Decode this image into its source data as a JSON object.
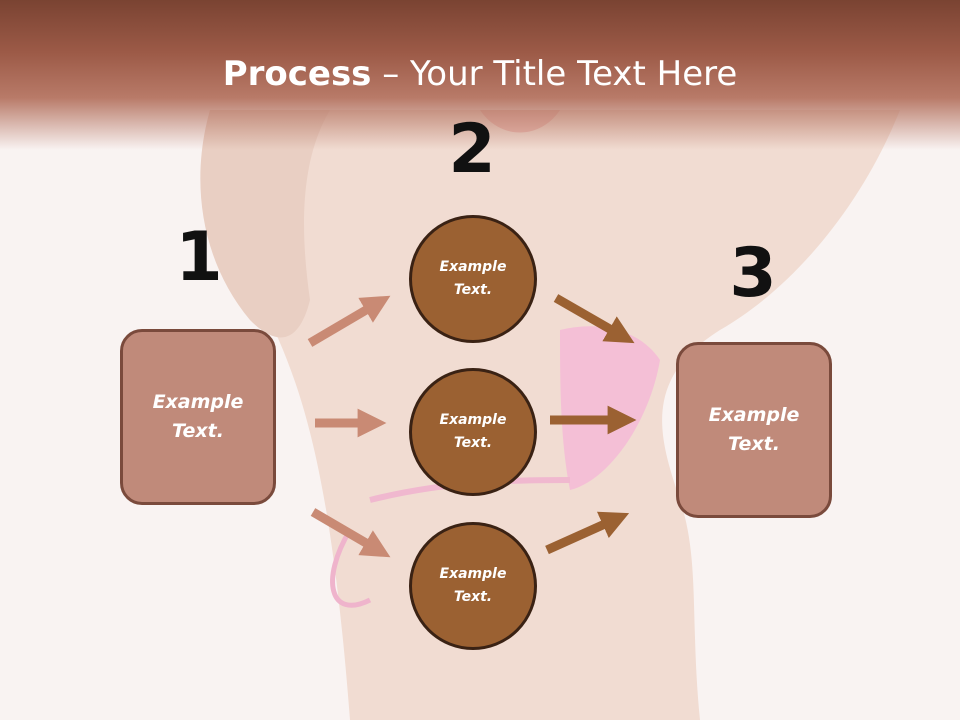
{
  "title": {
    "bold": "Process",
    "rest": " – Your Title Text Here"
  },
  "steps": {
    "one": "1",
    "two": "2",
    "three": "3"
  },
  "left_box": {
    "text": "Example\nText."
  },
  "right_box": {
    "text": "Example\nText."
  },
  "circles": [
    {
      "text": "Example\nText."
    },
    {
      "text": "Example\nText."
    },
    {
      "text": "Example\nText."
    }
  ],
  "colors": {
    "title_bar": "#9c5a47",
    "box_fill": "#c08a7a",
    "circle_fill": "#9b6132",
    "arrow_left": "#c98a74",
    "arrow_right": "#9b6132"
  }
}
